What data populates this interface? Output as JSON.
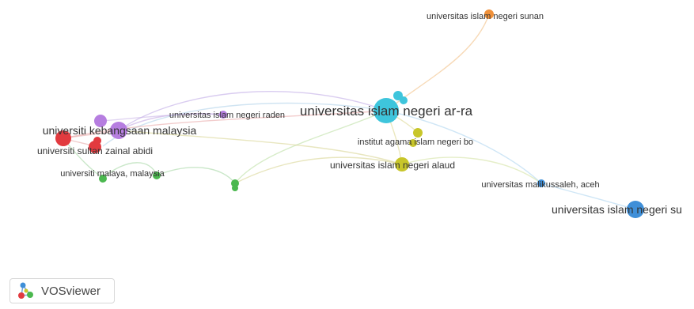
{
  "app": {
    "name": "VOSviewer",
    "logo_icon": "vosviewer-logo-icon"
  },
  "network": {
    "nodes": [
      {
        "id": "uin-arraniry",
        "label": "universitas islam negeri ar-ra",
        "cluster": "cyan"
      },
      {
        "id": "uin-sunan",
        "label": "universitas islam negeri sunan",
        "cluster": "orange"
      },
      {
        "id": "uin-raden",
        "label": "universitas islam negeri raden",
        "cluster": "purple"
      },
      {
        "id": "ukm",
        "label": "universiti kebangsaan malaysia",
        "cluster": "purple"
      },
      {
        "id": "usza",
        "label": "universiti sultan zainal abidi",
        "cluster": "red"
      },
      {
        "id": "um",
        "label": "universiti malaya, malaysia",
        "cluster": "green"
      },
      {
        "id": "iain-bo",
        "label": "institut agama islam negeri bo",
        "cluster": "yellow"
      },
      {
        "id": "uin-alauddin",
        "label": "universitas islam negeri alaud",
        "cluster": "yellow"
      },
      {
        "id": "unimal",
        "label": "universitas malikussaleh, aceh",
        "cluster": "blue"
      },
      {
        "id": "uin-su",
        "label": "universitas islam negeri su",
        "cluster": "blue"
      }
    ],
    "cluster_colors": {
      "cyan": "#3ec5dc",
      "orange": "#f0913a",
      "purple": "#b67ee0",
      "red": "#e23a3f",
      "green": "#4bb84f",
      "yellow": "#c8c62a",
      "blue": "#3f8fd8"
    }
  }
}
